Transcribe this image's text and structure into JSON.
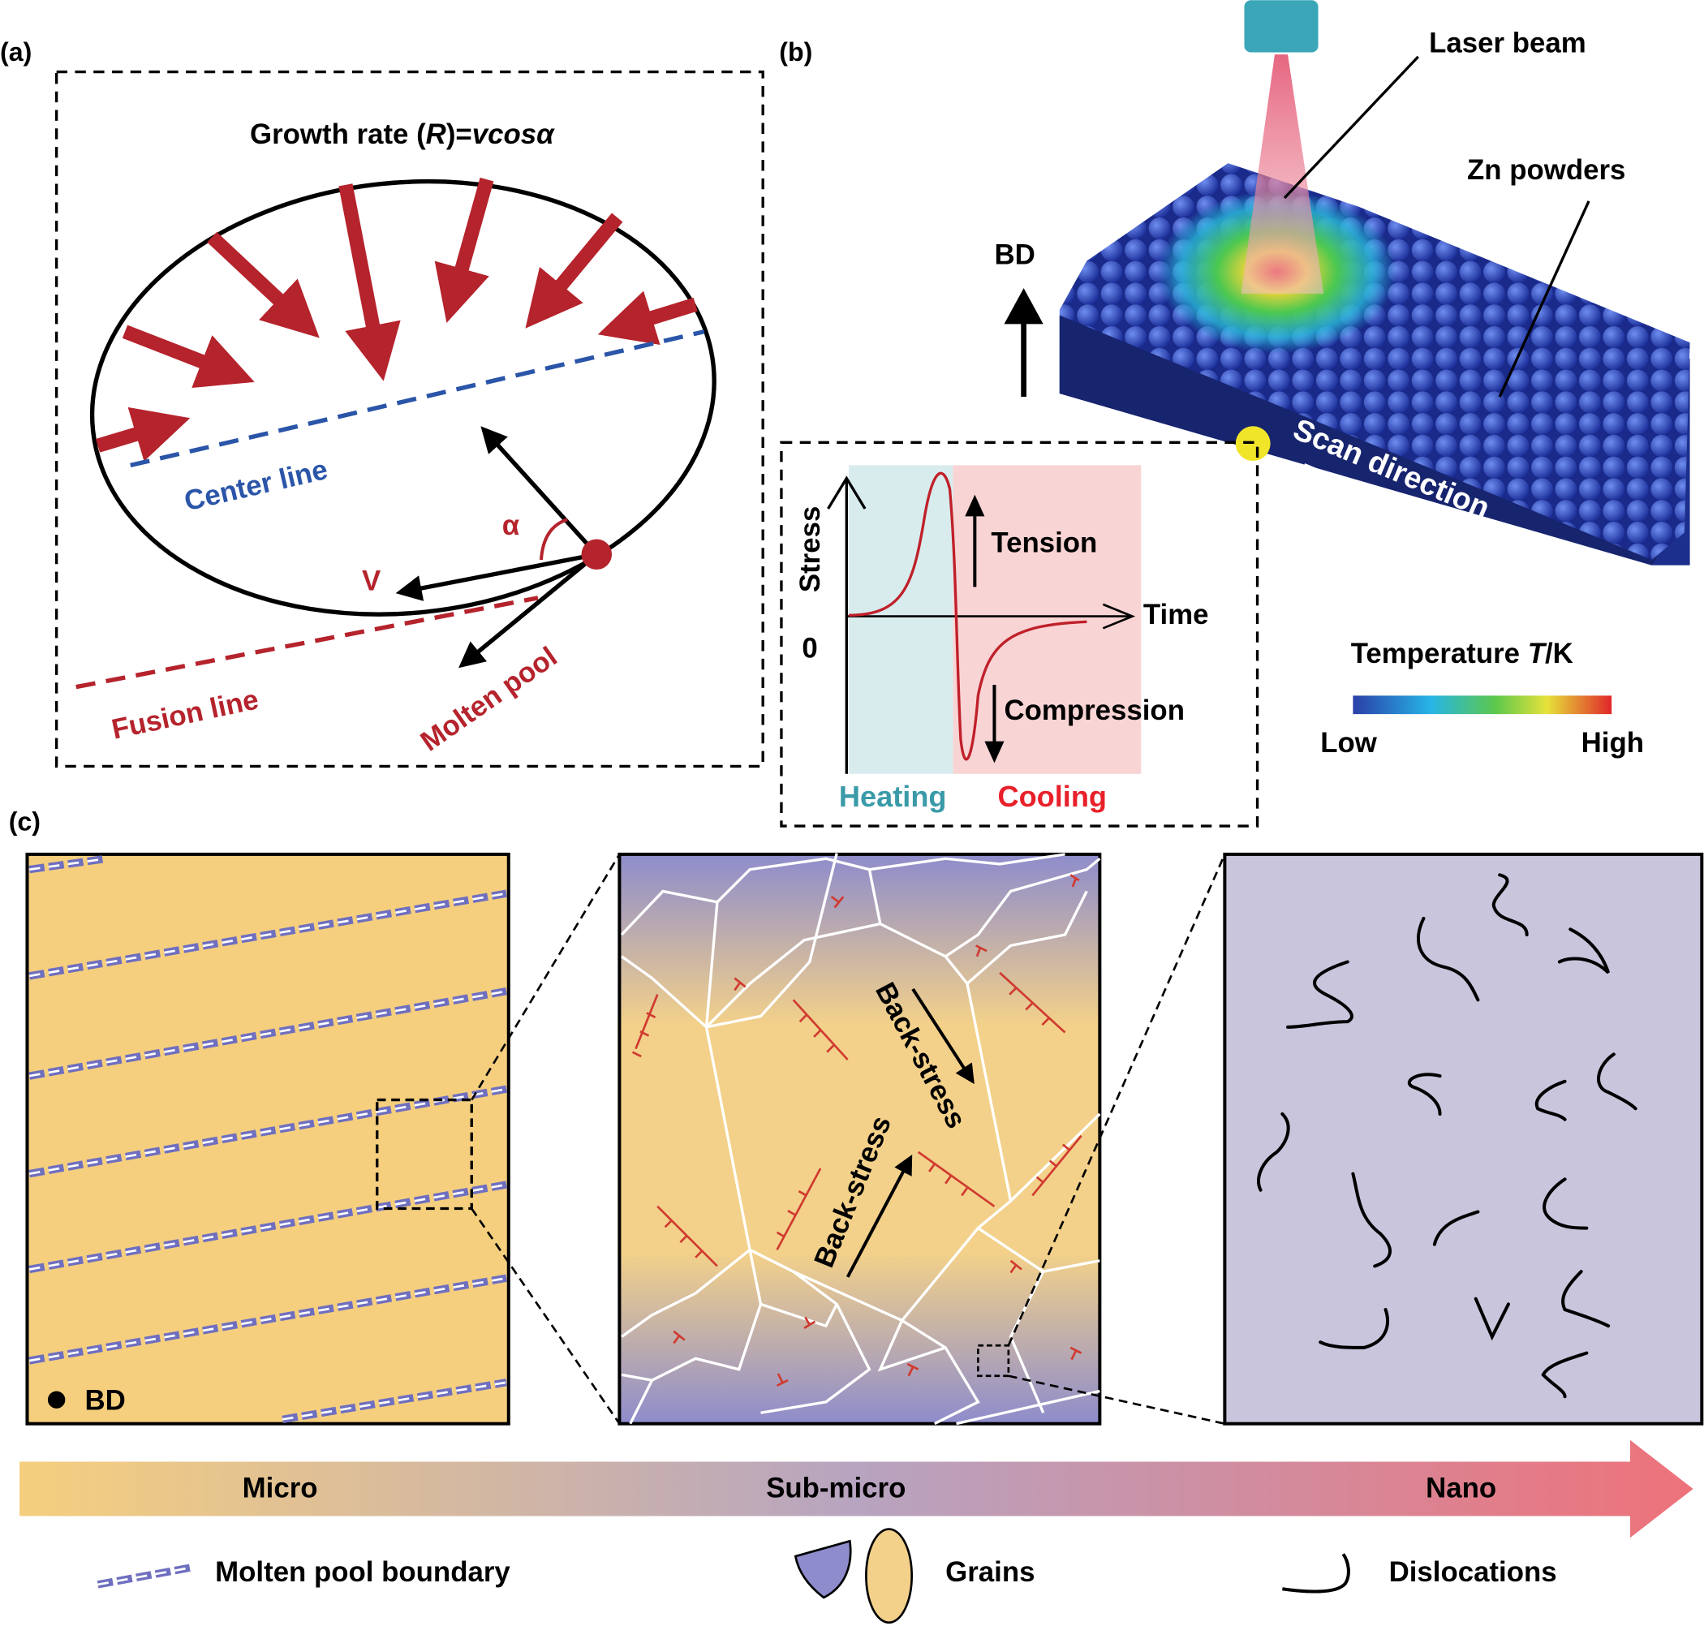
{
  "panel_labels": {
    "a": "(a)",
    "b": "(b)",
    "c": "(c)"
  },
  "panel_a": {
    "title_prefix": "Growth rate (",
    "title_r": "R",
    "title_eq": ")=",
    "title_formula": "vcosα",
    "center_line": "Center line",
    "fusion_line": "Fusion line",
    "molten_pool": "Molten pool",
    "alpha": "α",
    "v": "V"
  },
  "panel_b": {
    "laser_beam": "Laser beam",
    "zn_powders": "Zn powders",
    "bd": "BD",
    "scan_direction": "Scan direction",
    "temperature_label": "Temperature ",
    "temperature_unit": "T",
    "temperature_suffix": "/K",
    "low": "Low",
    "high": "High",
    "inset": {
      "stress": "Stress",
      "zero": "0",
      "time": "Time",
      "tension": "Tension",
      "compression": "Compression",
      "heating": "Heating",
      "cooling": "Cooling"
    },
    "colors": {
      "heating": "#3a9aa8",
      "cooling": "#e8202a"
    }
  },
  "panel_c": {
    "bd": "BD",
    "back_stress_1": "Back-stress",
    "back_stress_2": "Back-stress",
    "scale": {
      "micro": "Micro",
      "sub_micro": "Sub-micro",
      "nano": "Nano"
    },
    "legend": {
      "molten_pool_boundary": "Molten pool boundary",
      "grains": "Grains",
      "dislocations": "Dislocations"
    }
  }
}
